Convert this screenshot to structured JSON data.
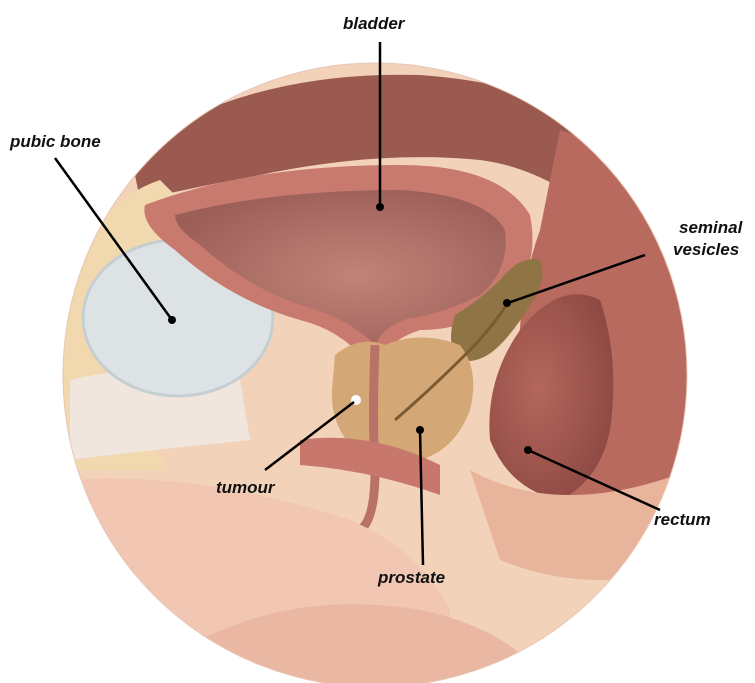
{
  "labels": {
    "bladder": "bladder",
    "pubic_bone": "pubic bone",
    "seminal_vesicles_line1": "seminal",
    "seminal_vesicles_line2": "vesicles",
    "tumour": "tumour",
    "prostate": "prostate",
    "rectum": "rectum"
  },
  "colors": {
    "outer_tissue": "#f1cdb2",
    "bladder_wall": "#c97a6f",
    "bladder_lumen": "#a66a63",
    "pubic_bone": "#dde3e4",
    "prostate": "#d4a777",
    "seminal_vesicles": "#8f7445",
    "rectum": "#a0524a",
    "fat": "#f2d8ae",
    "leader_line": "#000000",
    "tumour": "#ffffff"
  }
}
